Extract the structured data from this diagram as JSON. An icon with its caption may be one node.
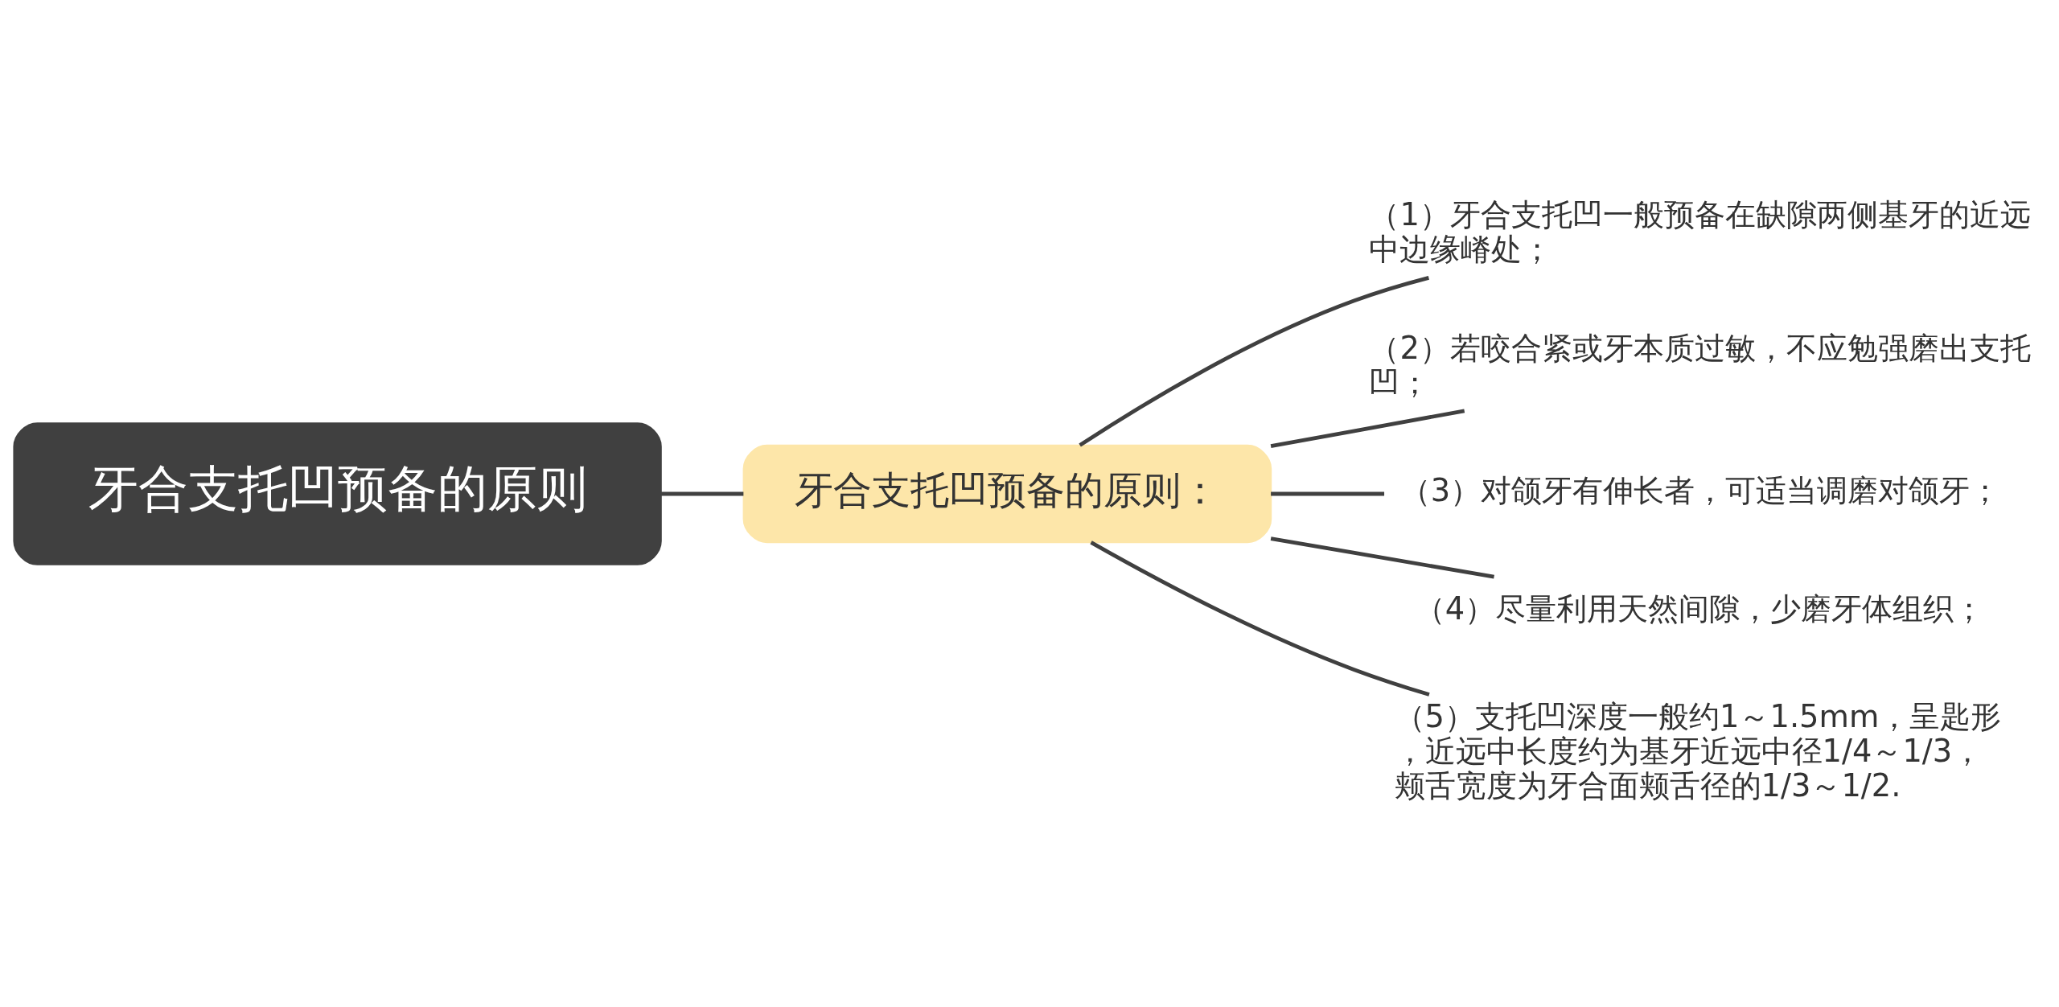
{
  "diagram": {
    "nodes": [
      {
        "text": [
          "牙合支托凹预备的原则"
        ]
      },
      {
        "text": [
          "牙合支托凹预备的原则："
        ]
      },
      {
        "text": [
          "（1）牙合支托凹一般预备在缺隙两侧基牙的近远中边缘嵴处；"
        ]
      },
      {
        "text": [
          "（2）若咬合紧或牙本质过敏，不应勉强磨出支托凹；"
        ]
      },
      {
        "text": [
          "（3）对颌牙有伸长者，可适当调磨对颌牙；"
        ]
      },
      {
        "text": [
          "（4）尽量利用天然间隙，少磨牙体组织；"
        ]
      },
      {
        "text": [
          "（5）支托凹深度一般约1～1.5mm，呈匙形，近远中长度约为基牙近远中径1/4～1/3，颊舌宽度为牙合面颊舌径的1/3～1/2."
        ]
      }
    ],
    "edges": [
      {
        "from": 0,
        "to": 1,
        "arrow": "none"
      },
      {
        "from": 1,
        "to": 2,
        "arrow": "none"
      },
      {
        "from": 1,
        "to": 3,
        "arrow": "none"
      },
      {
        "from": 1,
        "to": 4,
        "arrow": "none"
      },
      {
        "from": 1,
        "to": 5,
        "arrow": "none"
      },
      {
        "from": 1,
        "to": 6,
        "arrow": "none"
      }
    ]
  }
}
